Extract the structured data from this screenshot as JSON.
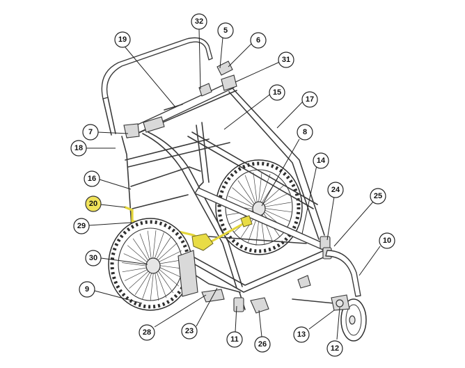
{
  "diagram": {
    "highlight_color": "#f1e35a",
    "line_color": "#3a3a3a",
    "highlighted_part": "20",
    "callouts": [
      "32",
      "5",
      "6",
      "19",
      "31",
      "15",
      "17",
      "7",
      "18",
      "8",
      "14",
      "16",
      "24",
      "25",
      "20",
      "29",
      "10",
      "30",
      "9",
      "28",
      "23",
      "11",
      "26",
      "13",
      "12"
    ]
  }
}
